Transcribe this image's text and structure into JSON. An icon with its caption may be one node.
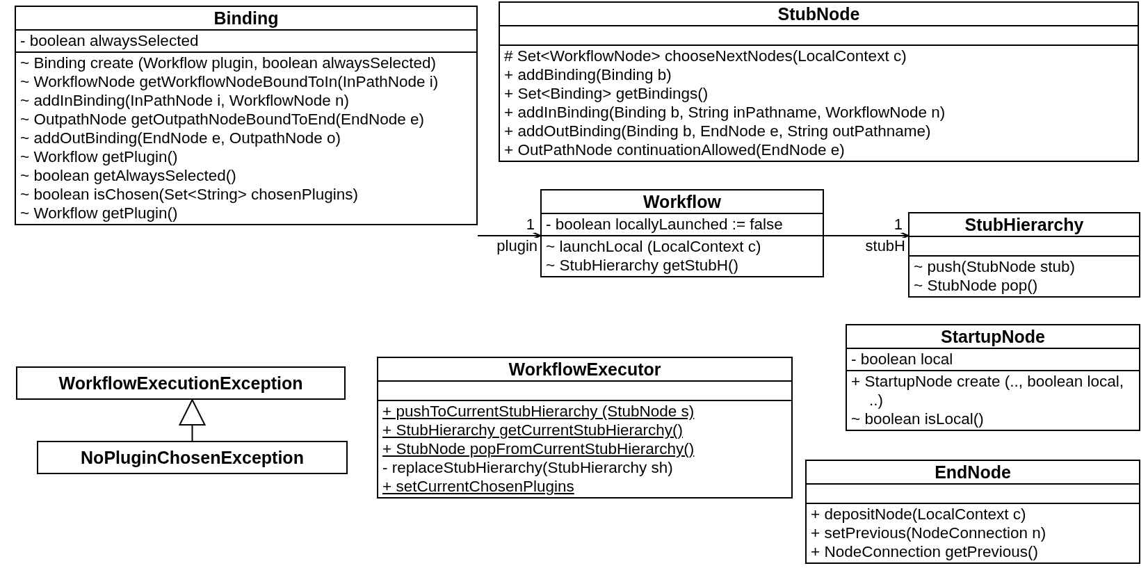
{
  "diagram": {
    "nodes": [
      {
        "text": [
          "Binding",
          "- boolean alwaysSelected",
          "~ Binding create (Workflow plugin, boolean alwaysSelected)",
          "~ WorkflowNode getWorkflowNodeBoundToIn(InPathNode i)",
          "~ addInBinding(InPathNode i, WorkflowNode n)",
          "~ OutpathNode getOutpathNodeBoundToEnd(EndNode e)",
          "~ addOutBinding(EndNode e, OutpathNode o)",
          "~ Workflow getPlugin()",
          "~ boolean getAlwaysSelected()",
          "~ boolean isChosen(Set<String> chosenPlugins)",
          "~ Workflow getPlugin()"
        ]
      },
      {
        "text": [
          "StubNode",
          "# Set<WorkflowNode> chooseNextNodes(LocalContext c)",
          "+ addBinding(Binding b)",
          "+ Set<Binding> getBindings()",
          "+ addInBinding(Binding b, String inPathname, WorkflowNode n)",
          "+ addOutBinding(Binding b, EndNode e, String outPathname)",
          "+ OutPathNode continuationAllowed(EndNode e)"
        ]
      },
      {
        "text": [
          "Workflow",
          "- boolean locallyLaunched := false",
          "~ launchLocal (LocalContext c)",
          "~ StubHierarchy getStubH()"
        ]
      },
      {
        "text": [
          "StubHierarchy",
          "~ push(StubNode stub)",
          "~ StubNode pop()"
        ]
      },
      {
        "text": [
          "StartupNode",
          "- boolean local",
          "+ StartupNode create (.., boolean local, ..)",
          "~ boolean isLocal()"
        ]
      },
      {
        "text": [
          "WorkflowExecutionException"
        ]
      },
      {
        "text": [
          "WorkflowExecutor",
          "+ pushToCurrentStubHierarchy (StubNode s)",
          "+ StubHierarchy getCurrentStubHierarchy()",
          "+ StubNode popFromCurrentStubHierarchy()",
          "- replaceStubHierarchy(StubHierarchy sh)",
          "+ setCurrentChosenPlugins"
        ]
      },
      {
        "text": [
          "NoPluginChosenException"
        ]
      },
      {
        "text": [
          "EndNode",
          "+ depositNode(LocalContext c)",
          "+ setPrevious(NodeConnection n)",
          "+ NodeConnection getPrevious()"
        ]
      }
    ],
    "edges": [
      {
        "from": 0,
        "to": 2,
        "arrow": "to",
        "label": "plugin"
      },
      {
        "from": 2,
        "to": 3,
        "arrow": "to",
        "label": "stubH"
      },
      {
        "from": 7,
        "to": 5,
        "arrow": "to"
      }
    ],
    "labels": [
      "1",
      "1"
    ]
  }
}
